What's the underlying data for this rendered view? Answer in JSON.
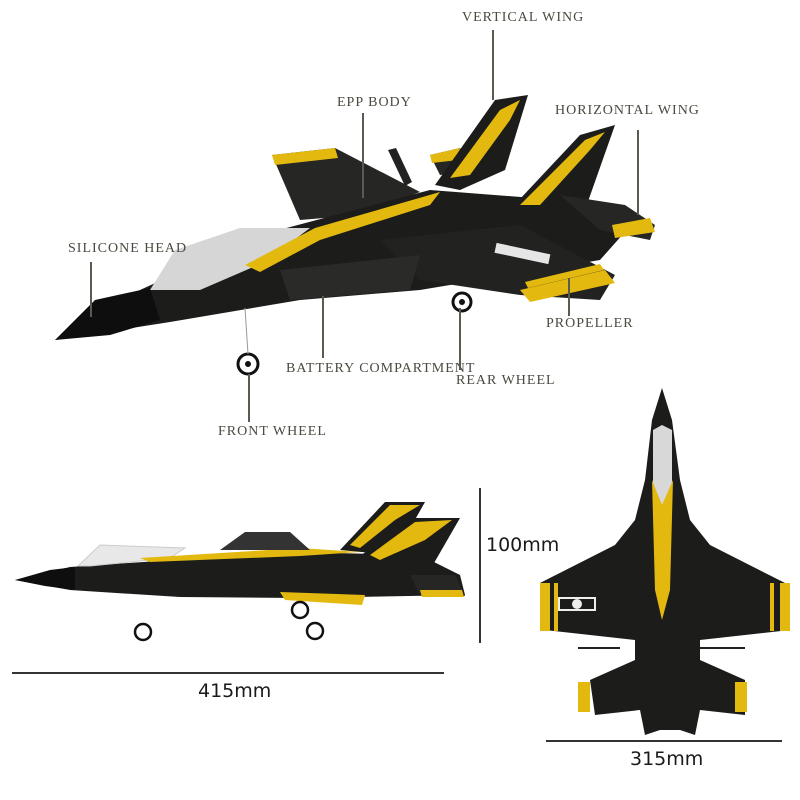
{
  "colors": {
    "body": "#1c1c1a",
    "accent": "#e3b90f",
    "canopy": "#d9d9d9",
    "label_text": "#4a4a40",
    "dimension_line": "#333333"
  },
  "perspective_view": {
    "callouts": [
      {
        "id": "vertical-wing",
        "text": "VERTICAL WING"
      },
      {
        "id": "epp-body",
        "text": "EPP BODY"
      },
      {
        "id": "horizontal-wing",
        "text": "HORIZONTAL WING"
      },
      {
        "id": "silicone-head",
        "text": "SILICONE HEAD"
      },
      {
        "id": "propeller",
        "text": "PROPELLER"
      },
      {
        "id": "battery-compartment",
        "text": "BATTERY COMPARTMENT"
      },
      {
        "id": "rear-wheel",
        "text": "REAR WHEEL"
      },
      {
        "id": "front-wheel",
        "text": "FRONT WHEEL"
      }
    ]
  },
  "side_view": {
    "length": "415mm",
    "height": "100mm"
  },
  "top_view": {
    "wingspan": "315mm"
  }
}
